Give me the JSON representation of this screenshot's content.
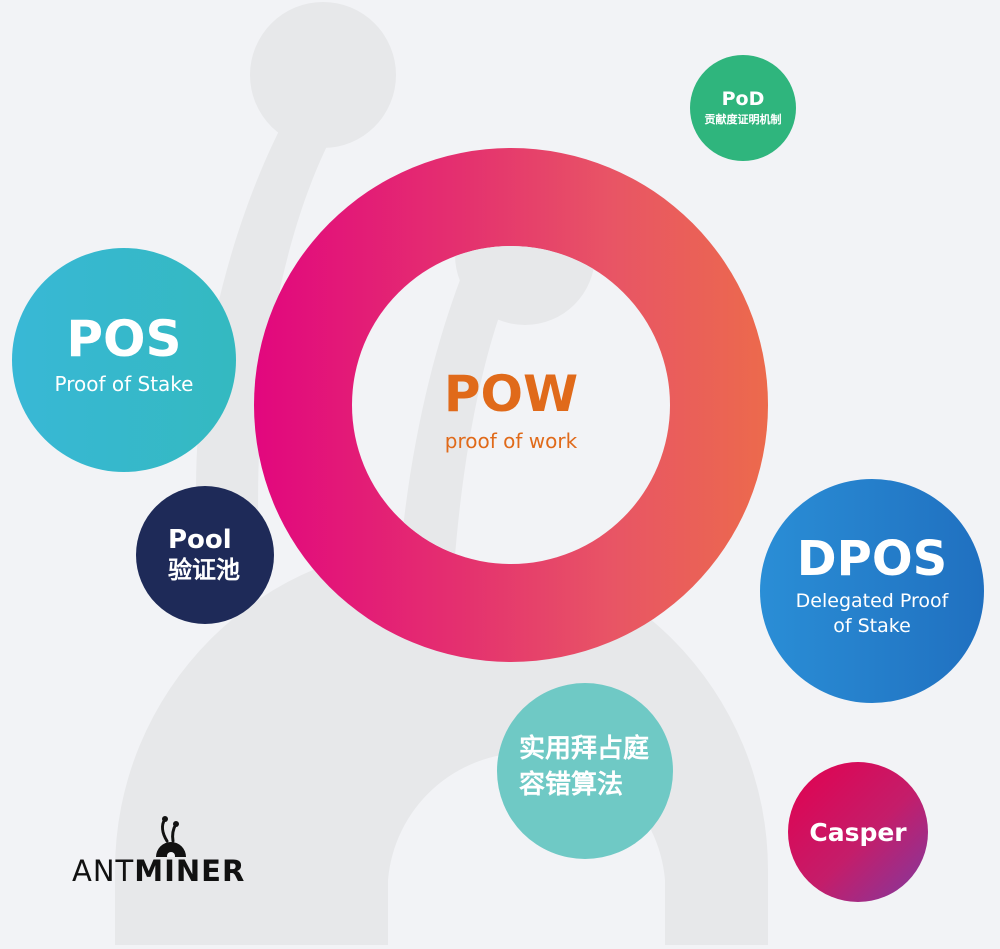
{
  "colors": {
    "background": "#f2f3f6",
    "background_shape": "#e7e8ea",
    "pow_ring_start": "#e2077e",
    "pow_ring_end": "#ec6a4c",
    "pow_text": "#e06a1a",
    "pod": "#2fb57d",
    "pos": "#38b8d6",
    "pool": "#1e2a58",
    "dpos": "#2a8ed6",
    "pbft": "#6fc9c5",
    "casper_start": "#e3004f",
    "casper_end": "#7f3aa0"
  },
  "center": {
    "title": "POW",
    "subtitle": "proof of work"
  },
  "nodes": {
    "pod": {
      "title": "PoD",
      "subtitle": "贡献度证明机制"
    },
    "pos": {
      "title": "POS",
      "subtitle": "Proof of Stake"
    },
    "pool": {
      "title": "Pool",
      "subtitle": "验证池"
    },
    "dpos": {
      "title": "DPOS",
      "subtitle_line1": "Delegated Proof",
      "subtitle_line2": "of Stake"
    },
    "pbft": {
      "line1": "实用拜占庭",
      "line2": "容错算法"
    },
    "casper": {
      "title": "Casper"
    }
  },
  "logo": {
    "icon": "ant-icon",
    "text_thin": "ANT",
    "text_bold": "MINER"
  }
}
